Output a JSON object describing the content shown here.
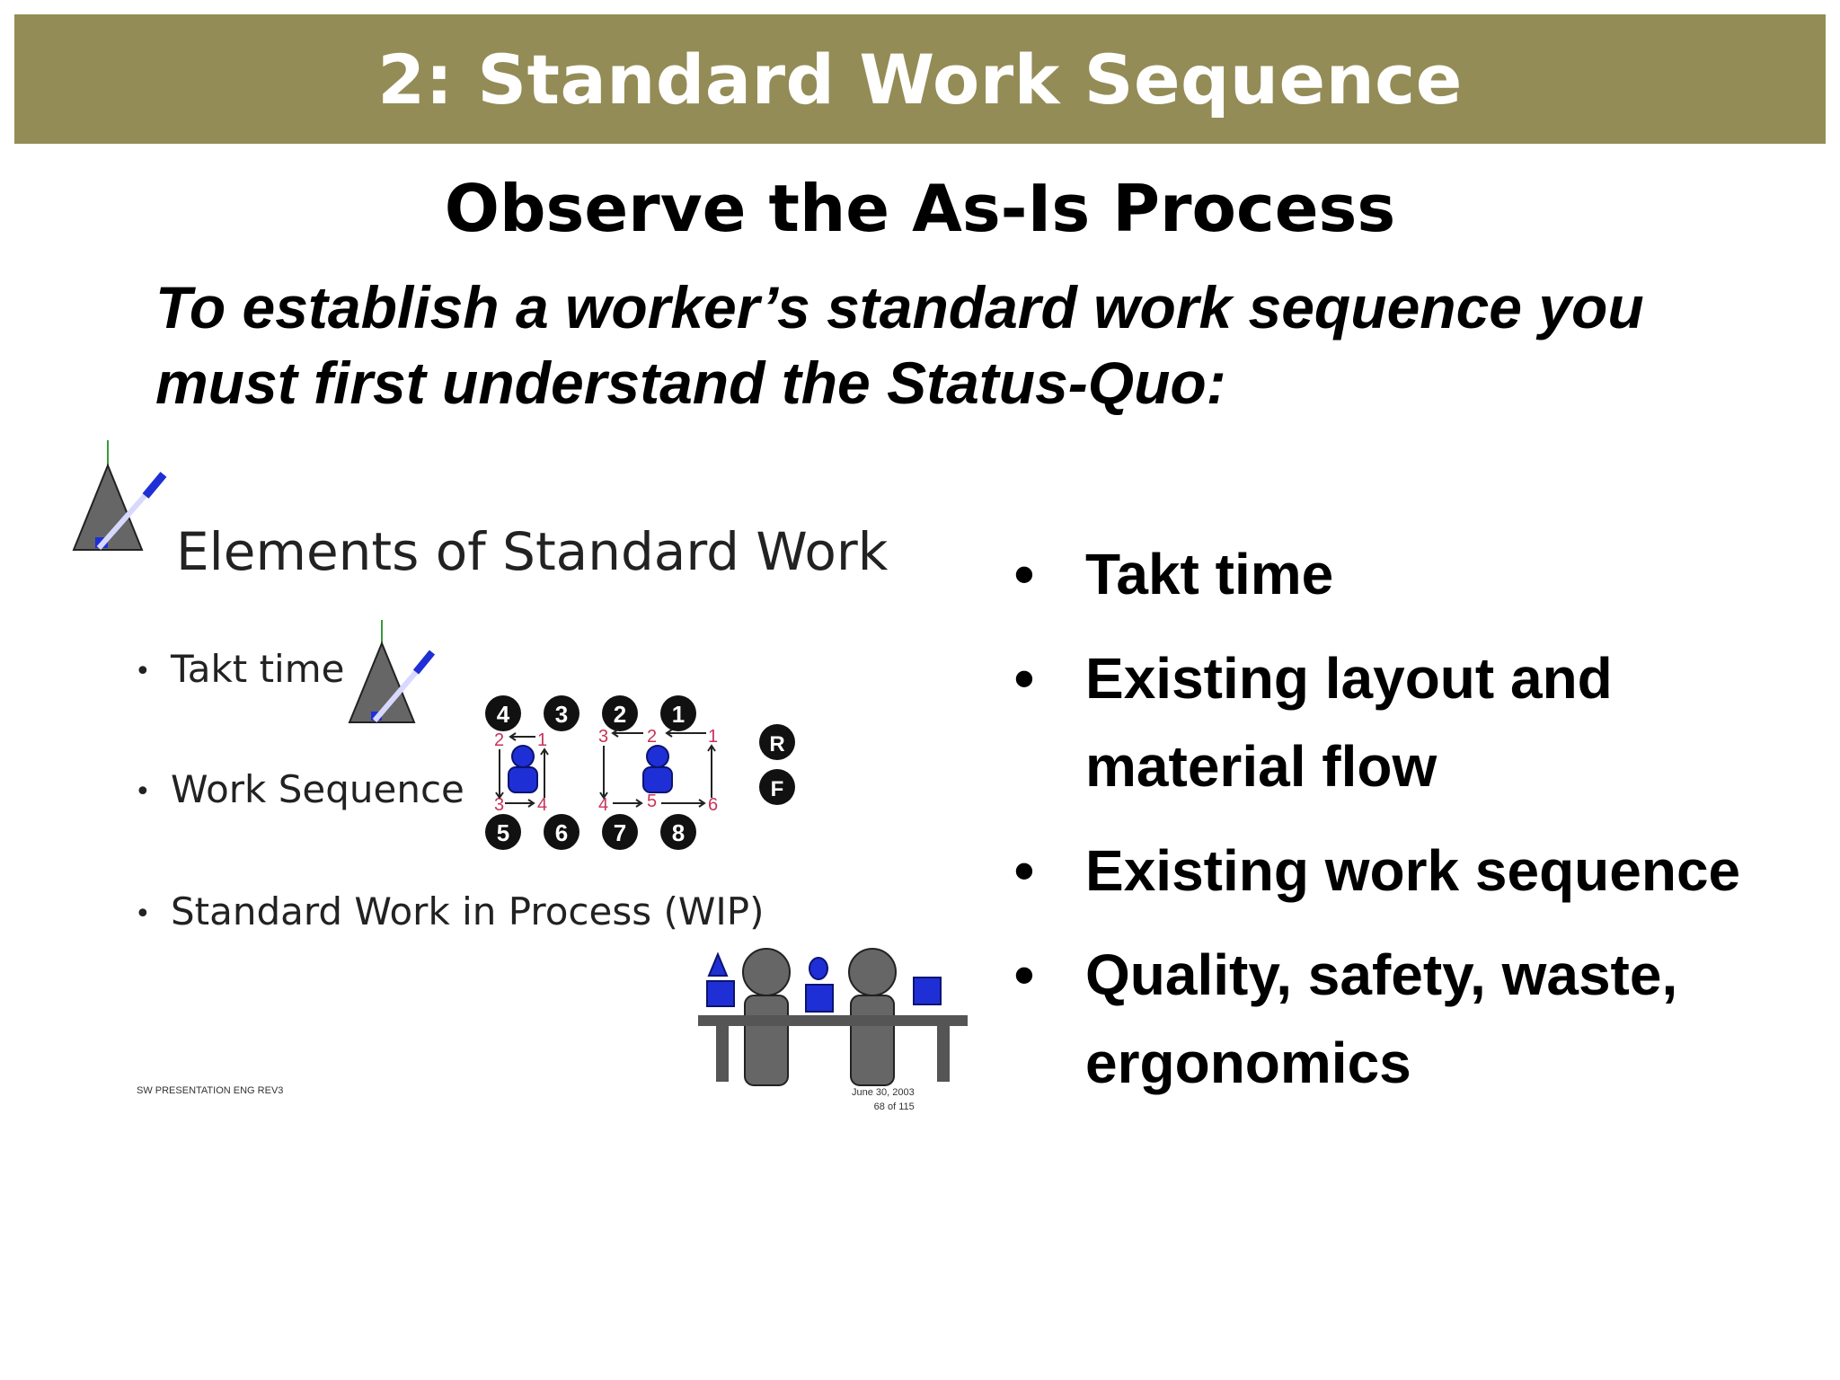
{
  "header": {
    "title": "2: Standard Work Sequence"
  },
  "subtitle": "Observe the As-Is Process",
  "intro": {
    "line1": "To establish a worker’s standard work sequence you",
    "line2": "must first understand the Status-Quo:"
  },
  "panel": {
    "title": "Elements of Standard Work",
    "items": [
      "Takt time",
      "Work Sequence",
      "Standard Work in Process (WIP)"
    ],
    "footer_left": "SW PRESENTATION ENG REV3",
    "footer_date": "June 30, 2003",
    "footer_page": "68 of 115",
    "diagram": {
      "top_circles": [
        "4",
        "3",
        "2",
        "1"
      ],
      "bottom_circles": [
        "5",
        "6",
        "7",
        "8"
      ],
      "side_circles": [
        "R",
        "F"
      ],
      "red_top": [
        "2",
        "1",
        "3",
        "2",
        "1"
      ],
      "red_bottom": [
        "3",
        "4",
        "4",
        "5",
        "6"
      ]
    }
  },
  "bullets": [
    "Takt time",
    "Existing layout and material flow",
    "Existing work sequence",
    "Quality, safety, waste, ergonomics"
  ],
  "colors": {
    "banner": "#938c56",
    "operator_blue": "#1f2fd6",
    "step_red": "#c8335a",
    "figure_gray": "#666666"
  }
}
